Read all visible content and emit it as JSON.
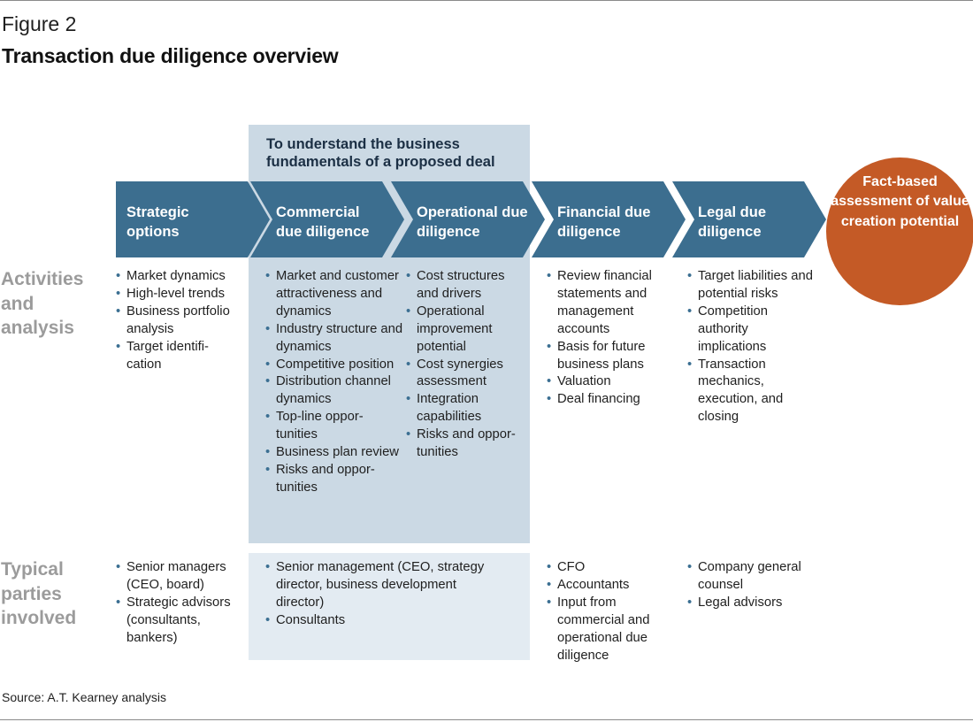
{
  "figure_label": "Figure 2",
  "title": "Transaction due diligence overview",
  "band_caption": "To understand the business fundamentals of a proposed deal",
  "colors": {
    "arrow": "#3c6e8f",
    "band_dark": "#cbd9e4",
    "band_light": "#e3ebf2",
    "outcome": "#c45a26",
    "row_label": "#9b9b9b"
  },
  "stages": [
    {
      "label": "Strategic options"
    },
    {
      "label": "Commercial due diligence"
    },
    {
      "label": "Operational due diligence"
    },
    {
      "label": "Financial due diligence"
    },
    {
      "label": "Legal due diligence"
    }
  ],
  "outcome": "Fact-based assessment of value creation potential",
  "row_labels": {
    "activities": "Activities and analysis",
    "parties": "Typical parties involved"
  },
  "activities": [
    [
      "Market dynamics",
      "High-level trends",
      "Business portfolio analysis",
      "Target identifi-cation"
    ],
    [
      "Market and customer attractiveness and dynamics",
      "Industry structure and dynamics",
      "Competitive position",
      "Distribution channel dynamics",
      "Top-line oppor-tunities",
      "Business plan review",
      "Risks and oppor-tunities"
    ],
    [
      "Cost structures and drivers",
      "Operational improvement potential",
      "Cost synergies assessment",
      "Integration capabilities",
      "Risks and oppor-tunities"
    ],
    [
      "Review financial statements and management accounts",
      "Basis for future business plans",
      "Valuation",
      "Deal financing"
    ],
    [
      "Target liabilities and potential risks",
      "Competition authority implications",
      "Transaction mechanics, execution, and closing"
    ]
  ],
  "parties": {
    "strategic": [
      "Senior managers (CEO, board)",
      "Strategic advisors (consultants, bankers)"
    ],
    "commercial_operational": [
      "Senior management (CEO, strategy director, business development director)",
      "Consultants"
    ],
    "financial": [
      "CFO",
      "Accountants",
      "Input from commercial and operational due diligence"
    ],
    "legal": [
      "Company general counsel",
      "Legal advisors"
    ]
  },
  "source": "Source: A.T. Kearney analysis"
}
